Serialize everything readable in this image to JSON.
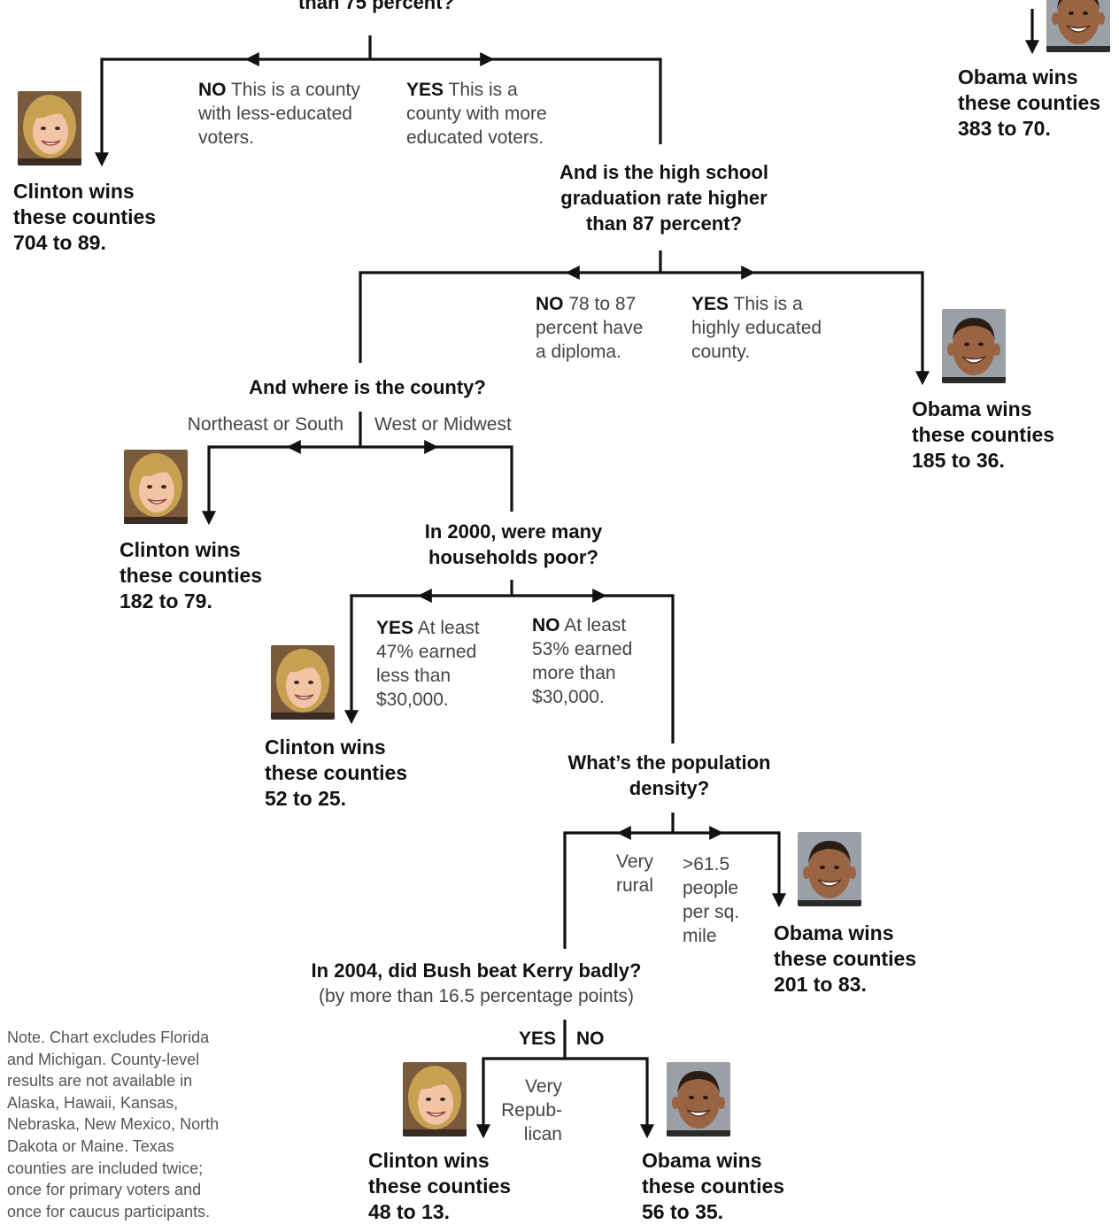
{
  "top_question_fragment": "than 75 percent?",
  "branches": {
    "b1_no": {
      "key": "NO",
      "text": "This is a county\nwith less-educated\nvoters."
    },
    "b1_yes": {
      "key": "YES",
      "text": "This is a\ncounty with more\neducated voters."
    },
    "b2_no": {
      "key": "NO",
      "text": "78 to 87\npercent have\na diploma."
    },
    "b2_yes": {
      "key": "YES",
      "text": "This is a\nhighly educated\ncounty."
    },
    "b3_left": "Northeast or South",
    "b3_right": "West or Midwest",
    "b4_yes": {
      "key": "YES",
      "text": "At least\n47% earned\nless than\n$30,000."
    },
    "b4_no": {
      "key": "NO",
      "text": "At least\n53% earned\nmore than\n$30,000."
    },
    "b5_left": "Very\nrural",
    "b5_right": ">61.5\npeople\nper sq.\nmile",
    "b6_yes": "YES",
    "b6_no": "NO",
    "b6_note": "Very\nRepub-\nlican"
  },
  "questions": {
    "q_hs": "And is the high school\ngraduation rate higher\nthan 87 percent?",
    "q_region": "And where is the county?",
    "q_poor": "In 2000, were many\nhouseholds poor?",
    "q_density": "What’s the population\ndensity?",
    "q_bush": "In 2004, did Bush beat Kerry badly?",
    "q_bush_sub": "(by more than 16.5 percentage points)"
  },
  "outcomes": {
    "o_obama_top": "Obama wins\nthese counties\n383 to 70.",
    "o_clinton_1": "Clinton wins\nthese counties\n704 to 89.",
    "o_obama_2": "Obama wins\nthese counties\n185 to 36.",
    "o_clinton_2": "Clinton wins\nthese counties\n182 to 79.",
    "o_clinton_3": "Clinton wins\nthese counties\n52 to 25.",
    "o_obama_3": "Obama wins\nthese counties\n201 to 83.",
    "o_clinton_4": "Clinton wins\nthese counties\n48 to 13.",
    "o_obama_4": "Obama wins\nthese counties\n56 to 35."
  },
  "note": "Note. Chart excludes Florida\nand Michigan. County-level\nresults are not available in\nAlaska, Hawaii, Kansas,\nNebraska, New Mexico, North\nDakota or Maine. Texas\ncounties are included twice;\nonce for primary voters and\nonce for caucus participants.",
  "colors": {
    "line": "#111111",
    "clinton_hair": "#c7a052",
    "obama_hair": "#2a1d16",
    "clinton_skin": "#f0c4a4",
    "obama_skin": "#9a6442"
  }
}
